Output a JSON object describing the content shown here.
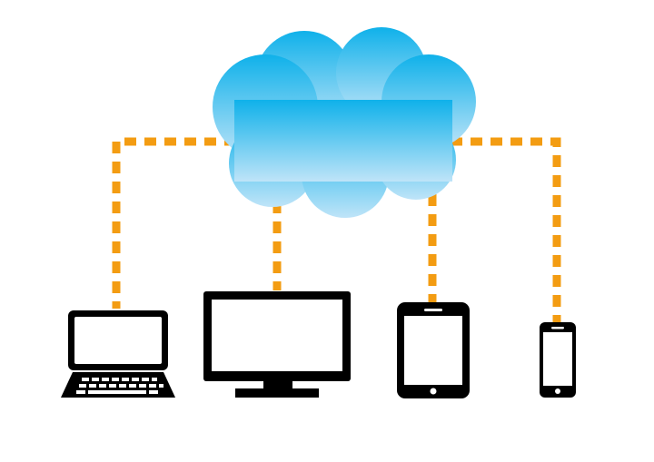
{
  "colors": {
    "background": "#ffffff",
    "connector": "#f39c12",
    "cloud_top": "#0fb1ea",
    "cloud_bottom": "#bfe4f8",
    "device": "#000000",
    "device_screen": "#ffffff"
  },
  "diagram": {
    "center_node": {
      "kind": "cloud",
      "icon": "cloud-icon"
    },
    "devices": [
      {
        "kind": "laptop",
        "icon": "laptop-icon"
      },
      {
        "kind": "desktop-monitor",
        "icon": "monitor-icon"
      },
      {
        "kind": "tablet",
        "icon": "tablet-icon"
      },
      {
        "kind": "smartphone",
        "icon": "smartphone-icon"
      }
    ],
    "connector_style": "dashed"
  }
}
